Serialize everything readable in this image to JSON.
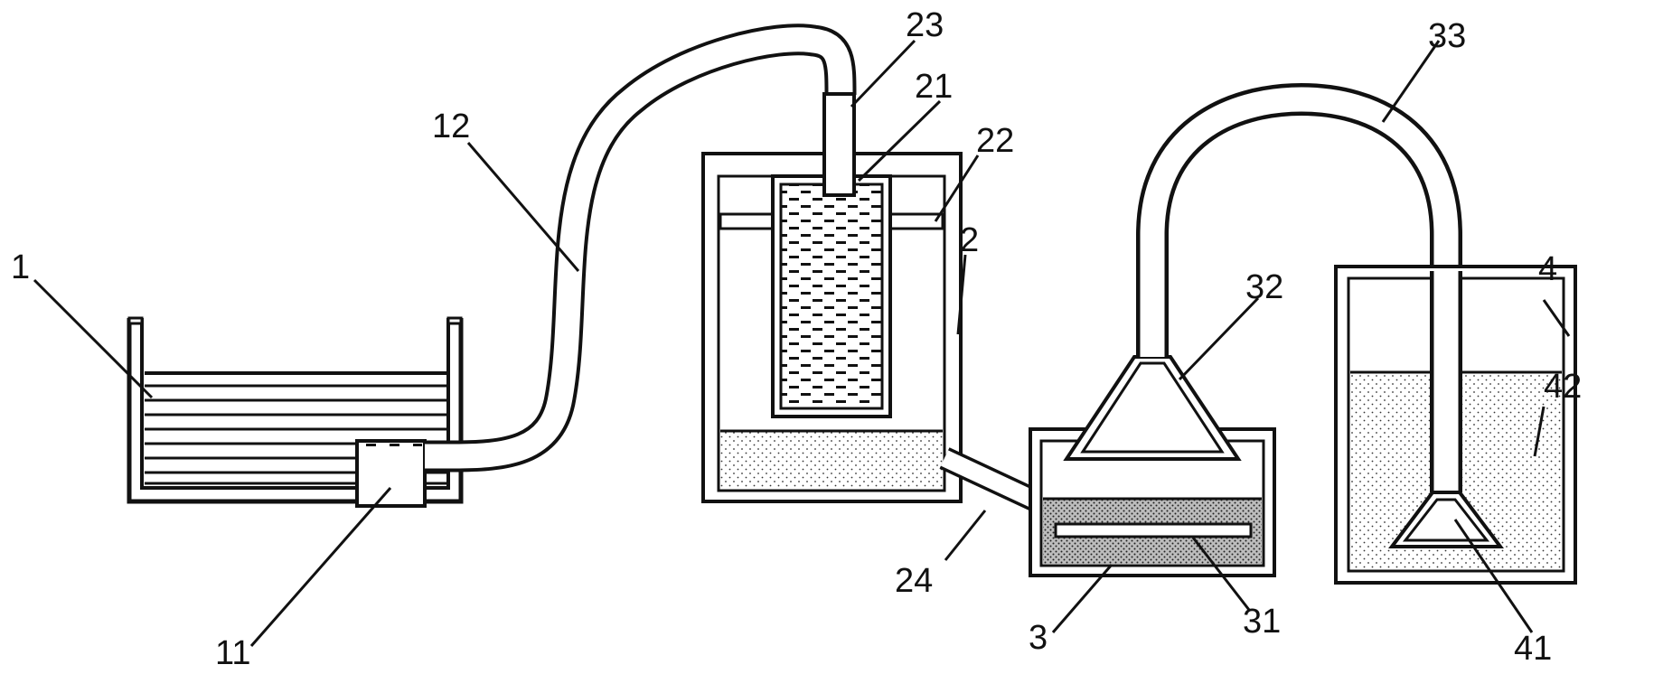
{
  "diagram": {
    "labels": {
      "l1": "1",
      "l11": "11",
      "l12": "12",
      "l2": "2",
      "l21": "21",
      "l22": "22",
      "l23": "23",
      "l24": "24",
      "l3": "3",
      "l31": "31",
      "l32": "32",
      "l33": "33",
      "l4": "4",
      "l41": "41",
      "l42": "42"
    }
  }
}
